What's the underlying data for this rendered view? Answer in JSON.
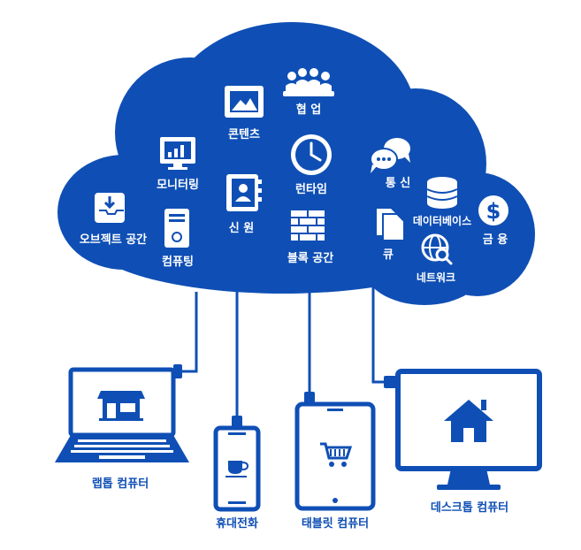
{
  "colors": {
    "brand": "#0F4FB5",
    "white": "#FFFFFF"
  },
  "cloud_services": {
    "collaboration": {
      "label": "협 업",
      "icon": "people-meeting-icon"
    },
    "content": {
      "label": "콘텐츠",
      "icon": "image-icon"
    },
    "monitoring": {
      "label": "모니터링",
      "icon": "bar-chart-monitor-icon"
    },
    "runtime": {
      "label": "런타임",
      "icon": "clock-icon"
    },
    "messaging": {
      "label": "통 신",
      "icon": "chat-bubbles-icon"
    },
    "database": {
      "label": "데이터베이스",
      "icon": "database-icon"
    },
    "identity": {
      "label": "신 원",
      "icon": "contact-book-icon"
    },
    "object_storage": {
      "label": "오브젝트 공간",
      "icon": "download-tray-icon"
    },
    "block_storage": {
      "label": "블록 공간",
      "icon": "brick-wall-icon"
    },
    "queue": {
      "label": "큐",
      "icon": "document-stack-icon"
    },
    "finance": {
      "label": "금 융",
      "icon": "dollar-icon"
    },
    "compute": {
      "label": "컴퓨팅",
      "icon": "server-icon"
    },
    "network": {
      "label": "네트워크",
      "icon": "globe-search-icon"
    }
  },
  "devices": {
    "laptop": {
      "label": "랩톱 컴퓨터",
      "icon": "storefront-icon"
    },
    "phone": {
      "label": "휴대전화",
      "icon": "coffee-cup-icon"
    },
    "tablet": {
      "label": "태블릿 컴퓨터",
      "icon": "shopping-cart-icon"
    },
    "desktop": {
      "label": "데스크톱 컴퓨터",
      "icon": "house-icon"
    }
  }
}
